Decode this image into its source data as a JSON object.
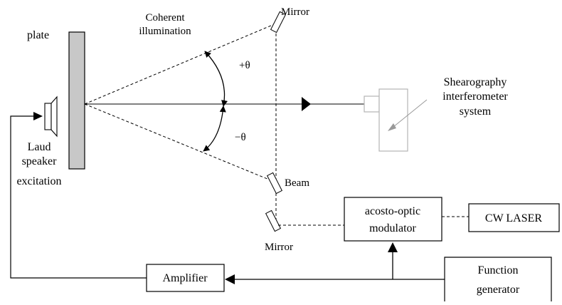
{
  "labels": {
    "plate": "plate",
    "coherent_1": "Coherent",
    "coherent_2": "illumination",
    "mirror_top": "Mirror",
    "plus_theta": "+θ",
    "minus_theta": "−θ",
    "shearography_1": "Shearography",
    "shearography_2": "interferometer",
    "shearography_3": "system",
    "speaker_1": "Laud",
    "speaker_2": "speaker",
    "speaker_3": "excitation",
    "beam": "Beam",
    "mirror_bottom": "Mirror",
    "aom_1": "acosto-optic",
    "aom_2": "modulator",
    "cw_laser": "CW LASER",
    "amplifier": "Amplifier",
    "function_1": "Function",
    "function_2": "generator"
  },
  "colors": {
    "plate_fill": "#c8c8c8",
    "camera_stroke": "#b4b4b4",
    "line": "#000000"
  }
}
